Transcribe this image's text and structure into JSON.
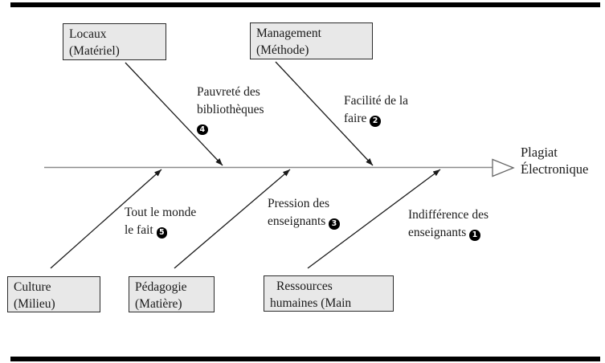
{
  "diagram": {
    "type": "fishbone",
    "effect": {
      "line1": "Plagiat",
      "line2": "Électronique"
    },
    "category_boxes": [
      {
        "name": "locaux",
        "line1": "Locaux",
        "line2": "(Matériel)",
        "position": "top"
      },
      {
        "name": "management",
        "line1": "Management",
        "line2": "(Méthode)",
        "position": "top"
      },
      {
        "name": "culture",
        "line1": "Culture",
        "line2": "(Milieu)",
        "position": "bottom"
      },
      {
        "name": "pedagogie",
        "line1": "Pédagogie",
        "line2": "(Matière)",
        "position": "bottom"
      },
      {
        "name": "ressources",
        "line1": "Ressources",
        "line2": "humaines (Main",
        "position": "bottom"
      }
    ],
    "causes": [
      {
        "number": "4",
        "line1": "Pauvreté des",
        "line2": "bibliothèques",
        "category": "locaux"
      },
      {
        "number": "2",
        "line1": "Facilité de la",
        "line2": "faire",
        "category": "management"
      },
      {
        "number": "5",
        "line1": "Tout le monde",
        "line2": "le fait",
        "category": "culture"
      },
      {
        "number": "3",
        "line1": "Pression des",
        "line2": "enseignants",
        "category": "pedagogie"
      },
      {
        "number": "1",
        "line1": "Indifférence des",
        "line2": "enseignants",
        "category": "ressources"
      }
    ],
    "colors": {
      "box_fill": "#e8e8e8",
      "box_border": "#2b2b2b",
      "spine": "#8a8a8a",
      "branch": "#1a1a1a",
      "badge_bg": "#000000",
      "badge_fg": "#ffffff",
      "rule": "#000000"
    }
  }
}
